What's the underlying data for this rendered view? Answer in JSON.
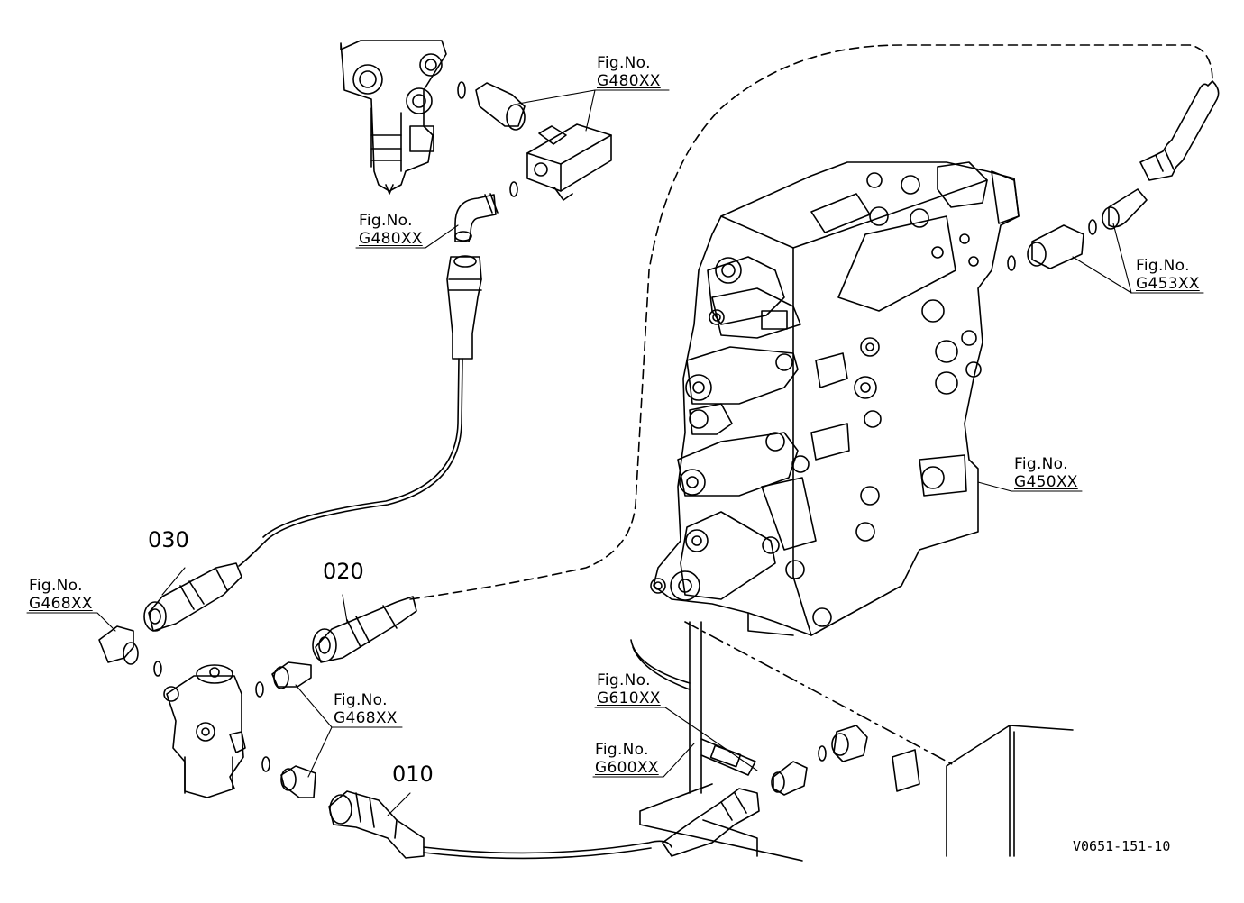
{
  "figure_refs": [
    {
      "id": "g480-top",
      "line1": "Fig.No.",
      "line2": "G480XX"
    },
    {
      "id": "g480-mid",
      "line1": "Fig.No.",
      "line2": "G480XX"
    },
    {
      "id": "g453",
      "line1": "Fig.No.",
      "line2": "G453XX"
    },
    {
      "id": "g450",
      "line1": "Fig.No.",
      "line2": "G450XX"
    },
    {
      "id": "g468-left",
      "line1": "Fig.No.",
      "line2": "G468XX"
    },
    {
      "id": "g468-center",
      "line1": "Fig.No.",
      "line2": "G468XX"
    },
    {
      "id": "g610",
      "line1": "Fig.No.",
      "line2": "G610XX"
    },
    {
      "id": "g600",
      "line1": "Fig.No.",
      "line2": "G600XX"
    }
  ],
  "part_numbers": [
    "010",
    "020",
    "030"
  ],
  "drawing_code": "V0651-151-10"
}
